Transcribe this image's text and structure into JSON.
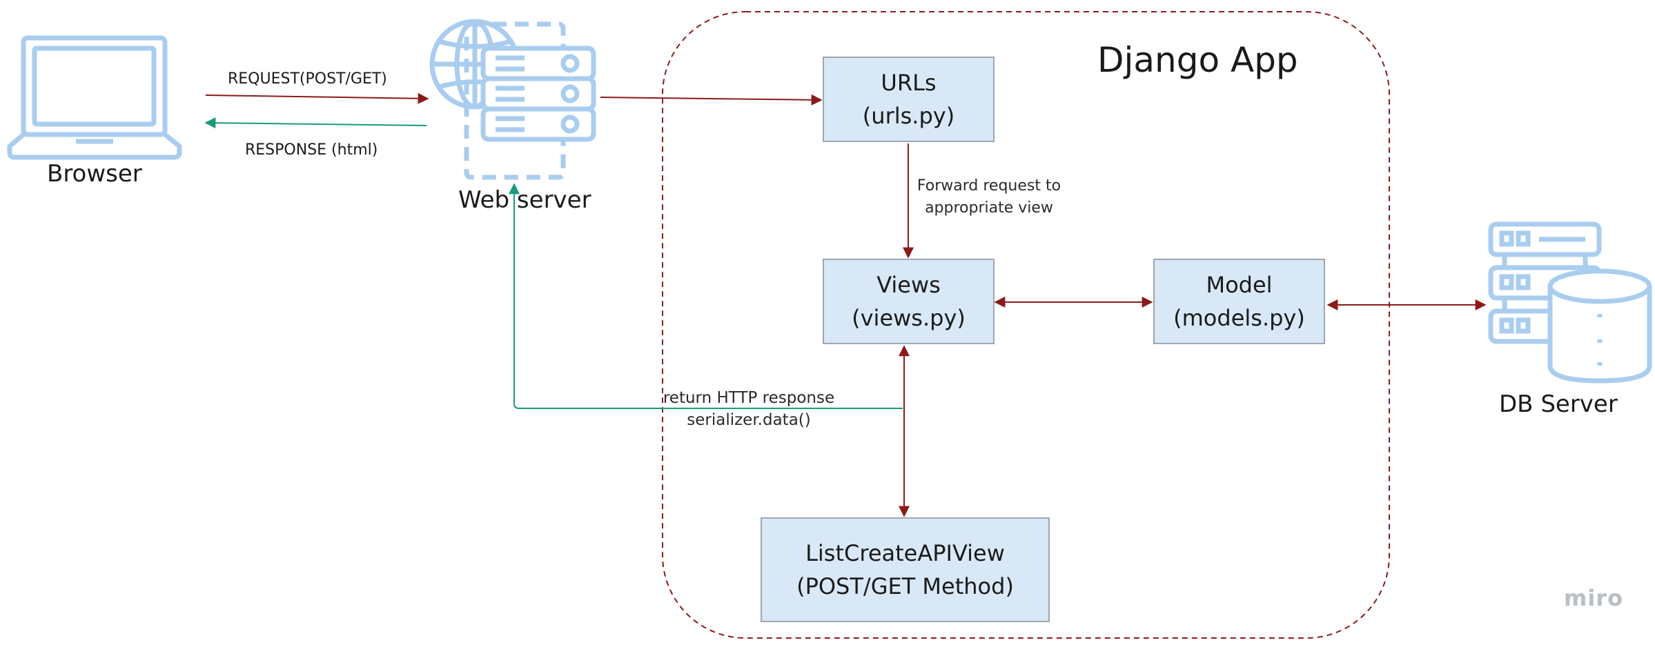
{
  "diagram": {
    "app_container_title": "Django App",
    "nodes": {
      "browser": {
        "label": "Browser",
        "icon": "laptop-icon"
      },
      "web_server": {
        "label": "Web server",
        "icon": "web-server-icon"
      },
      "db_server": {
        "label": "DB Server",
        "icon": "database-server-icon"
      },
      "urls": {
        "line1": "URLs",
        "line2": "(urls.py)"
      },
      "views": {
        "line1": "Views",
        "line2": "(views.py)"
      },
      "model": {
        "line1": "Model",
        "line2": "(models.py)"
      },
      "list_create": {
        "line1": "ListCreateAPIView",
        "line2": "(POST/GET Method)"
      }
    },
    "edges": {
      "request": "REQUEST(POST/GET)",
      "response": "RESPONSE (html)",
      "forward_line1": "Forward request to",
      "forward_line2": "appropriate view",
      "return_line1": "return HTTP response",
      "return_line2": "serializer.data()"
    },
    "watermark": "miro",
    "colors": {
      "dark_red": "#8b1a1a",
      "teal": "#1a9a7a",
      "icon_blue": "#a9cdee",
      "box_fill": "#d8e8f6",
      "box_border": "#9ea7b1"
    }
  }
}
